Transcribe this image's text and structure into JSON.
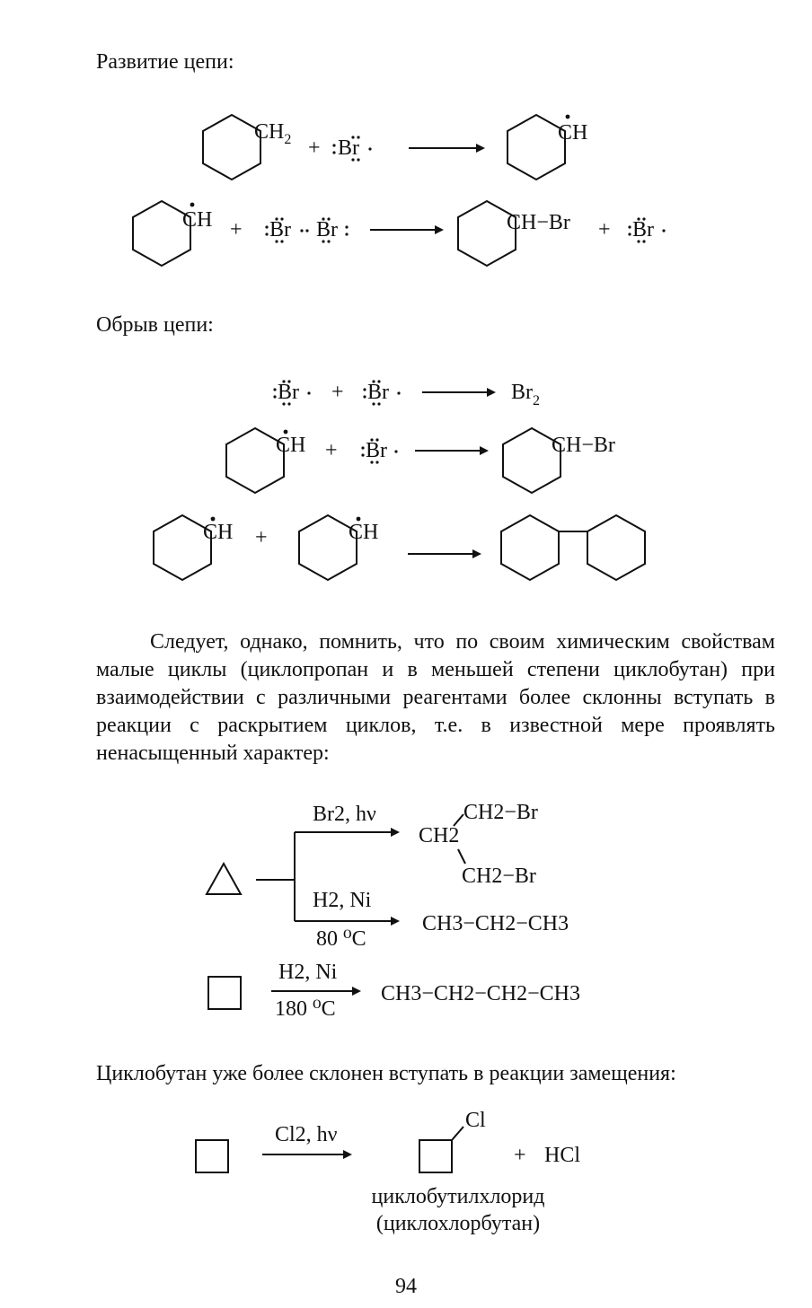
{
  "sections": {
    "propagation_title": "Развитие цепи:",
    "termination_title": "Обрыв цепи:"
  },
  "paragraph": {
    "text": "Следует, однако, помнить, что по своим химическим свойствам малые циклы (циклопропан и в меньшей степени циклобутан) при взаимодействии с различными реагентами более склонны вступать в реакции с раскрытием циклов, т.е. в известной мере проявлять ненасыщенный характер:"
  },
  "substitution_sentence": "Циклобутан уже более склонен вступать в реакции замещения:",
  "formulas": {
    "ch2": "CH",
    "ch2_sub": "2",
    "ch": "CH",
    "br": "Br",
    "plus": "+",
    "ch_br": "CH−Br",
    "br2": "Br",
    "br2_sub": "2",
    "cl": "Cl",
    "hcl": "HCl"
  },
  "conditions": {
    "br2_hv": "Br2, hν",
    "h2_ni": "H2, Ni",
    "t80": "80 ⁰C",
    "t180": "180 ⁰C",
    "cl2_hv": "Cl2, hν"
  },
  "products": {
    "propane": "CH3−CH2−CH3",
    "butane": "CH3−CH2−CH2−CH3",
    "dibromopropane_top": "CH2−Br",
    "dibromopropane_mid": "CH2",
    "dibromopropane_bottom": "CH2−Br"
  },
  "caption": {
    "line1": "циклобутилхлорид",
    "line2": "(циклохлорбутан)"
  },
  "page_number": "94"
}
